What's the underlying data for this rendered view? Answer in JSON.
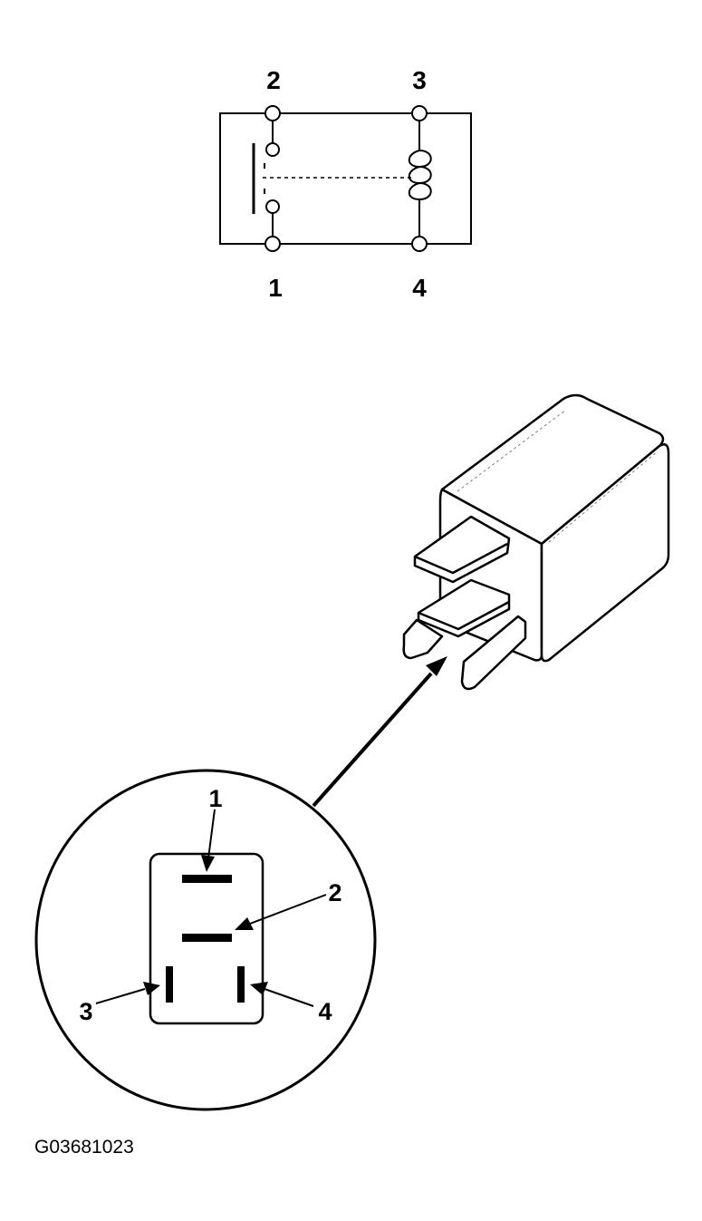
{
  "schematic": {
    "terminal_labels": {
      "t1": "1",
      "t2": "2",
      "t3": "3",
      "t4": "4"
    }
  },
  "connector_detail": {
    "pin_labels": {
      "p1": "1",
      "p2": "2",
      "p3": "3",
      "p4": "4"
    }
  },
  "figure_code": "G03681023",
  "colors": {
    "line": "#000000",
    "background": "#ffffff"
  }
}
